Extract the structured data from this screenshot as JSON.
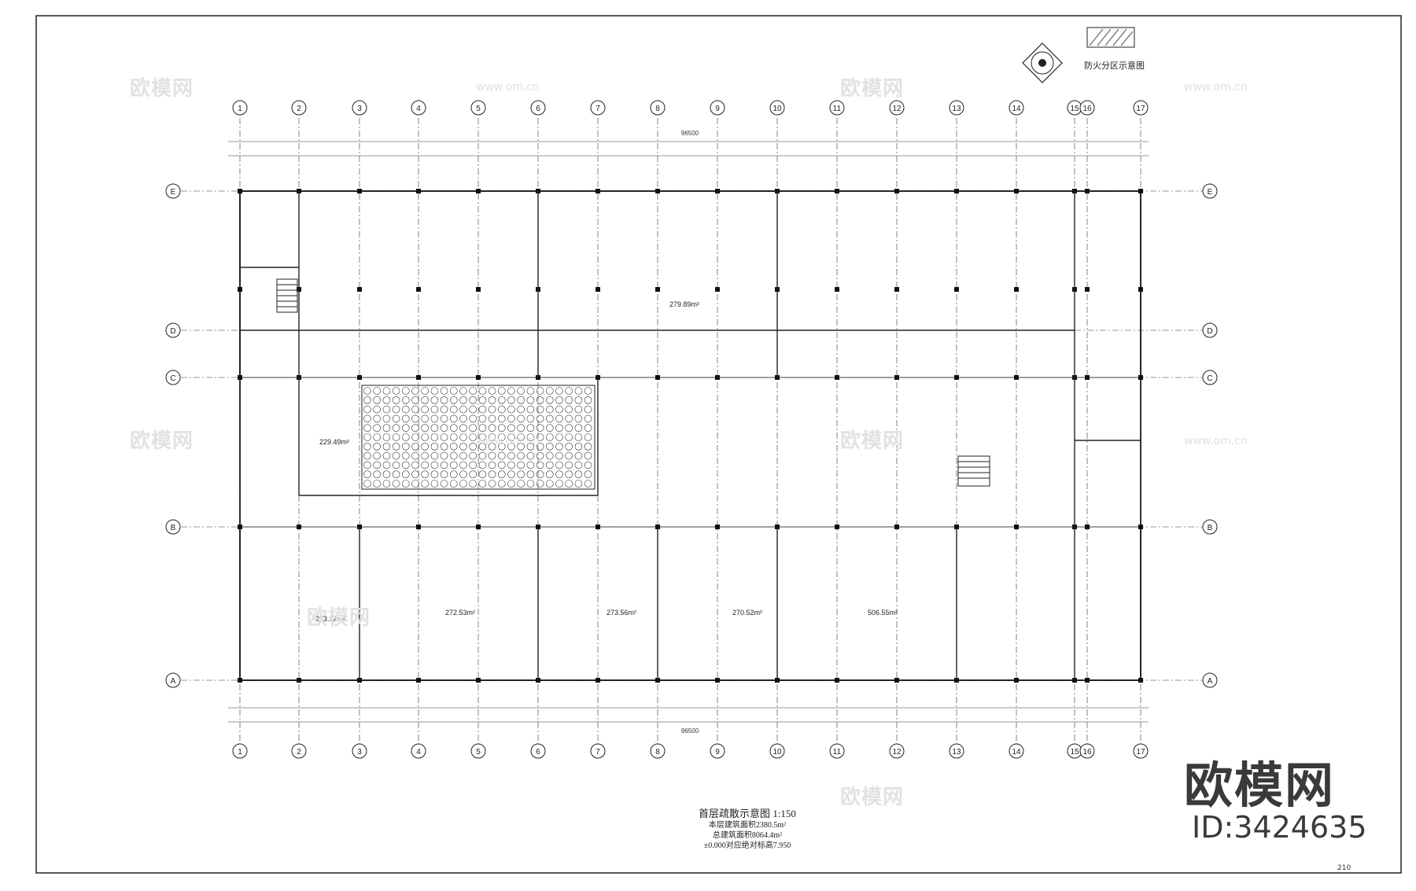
{
  "drawing": {
    "title": "首层疏散示意图",
    "scale": "1:150",
    "area_line1": "本层建筑面积2380.5m²",
    "area_line2": "总建筑面积8064.4m²",
    "area_line3": "±0.000对应绝对标高7.950",
    "legend_title": "防火分区示意图",
    "page_number": "210"
  },
  "grid": {
    "columns": [
      "1",
      "2",
      "3",
      "4",
      "5",
      "6",
      "7",
      "8",
      "9",
      "10",
      "11",
      "12",
      "13",
      "14",
      "15",
      "16",
      "17"
    ],
    "rows": [
      "A",
      "B",
      "C",
      "D",
      "E"
    ],
    "total_dimension": "96500"
  },
  "rooms": [
    {
      "area": "279.89m²"
    },
    {
      "area": "229.49m²"
    },
    {
      "area": "273.82m²"
    },
    {
      "area": "272.53m²"
    },
    {
      "area": "273.56m²"
    },
    {
      "area": "270.52m²"
    },
    {
      "area": "506.55m²"
    }
  ],
  "watermark": {
    "brand": "欧模网",
    "id": "ID:3424635",
    "url": "www.om.cn"
  },
  "colors": {
    "line": "#1a1a1a",
    "grid_bubble": "#222222",
    "background": "#ffffff"
  }
}
